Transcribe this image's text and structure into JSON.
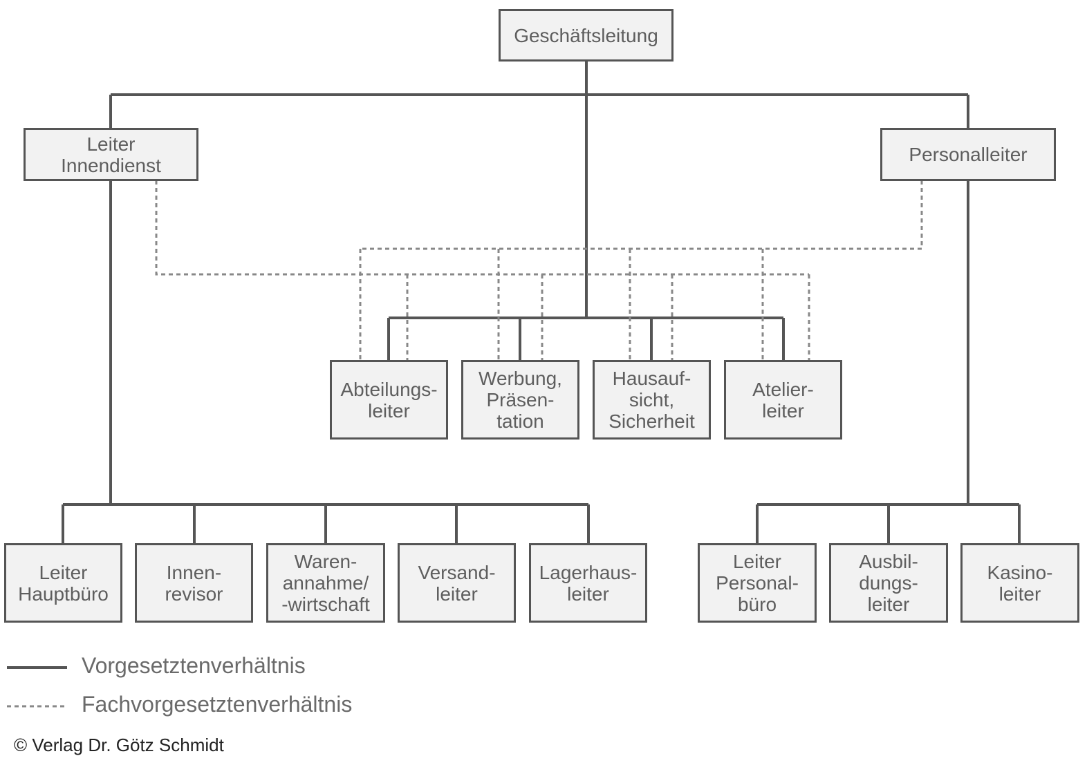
{
  "nodes": {
    "geschaeftsleitung": "Geschäftsleitung",
    "leiter_innendienst": "Leiter\nInnendienst",
    "personalleiter": "Personalleiter",
    "abteilungsleiter": "Abteilungs-\nleiter",
    "werbung": "Werbung,\nPräsen-\ntation",
    "hausaufsicht": "Hausauf-\nsicht,\nSicherheit",
    "atelierleiter": "Atelier-\nleiter",
    "leiter_hauptbuero": "Leiter\nHauptbüro",
    "innenrevisor": "Innen-\nrevisor",
    "warenannahme": "Waren-\nannahme/\n-wirtschaft",
    "versandleiter": "Versand-\nleiter",
    "lagerhausleiter": "Lagerhaus-\nleiter",
    "leiter_personalbuero": "Leiter\nPersonal-\nbüro",
    "ausbildungsleiter": "Ausbil-\ndungs-\nleiter",
    "kasinoleiter": "Kasino-\nleiter"
  },
  "legend": {
    "solid_label": "Vorgesetztenverhältnis",
    "dashed_label": "Fachvorgesetztenverhältnis"
  },
  "copyright": "© Verlag Dr. Götz Schmidt"
}
